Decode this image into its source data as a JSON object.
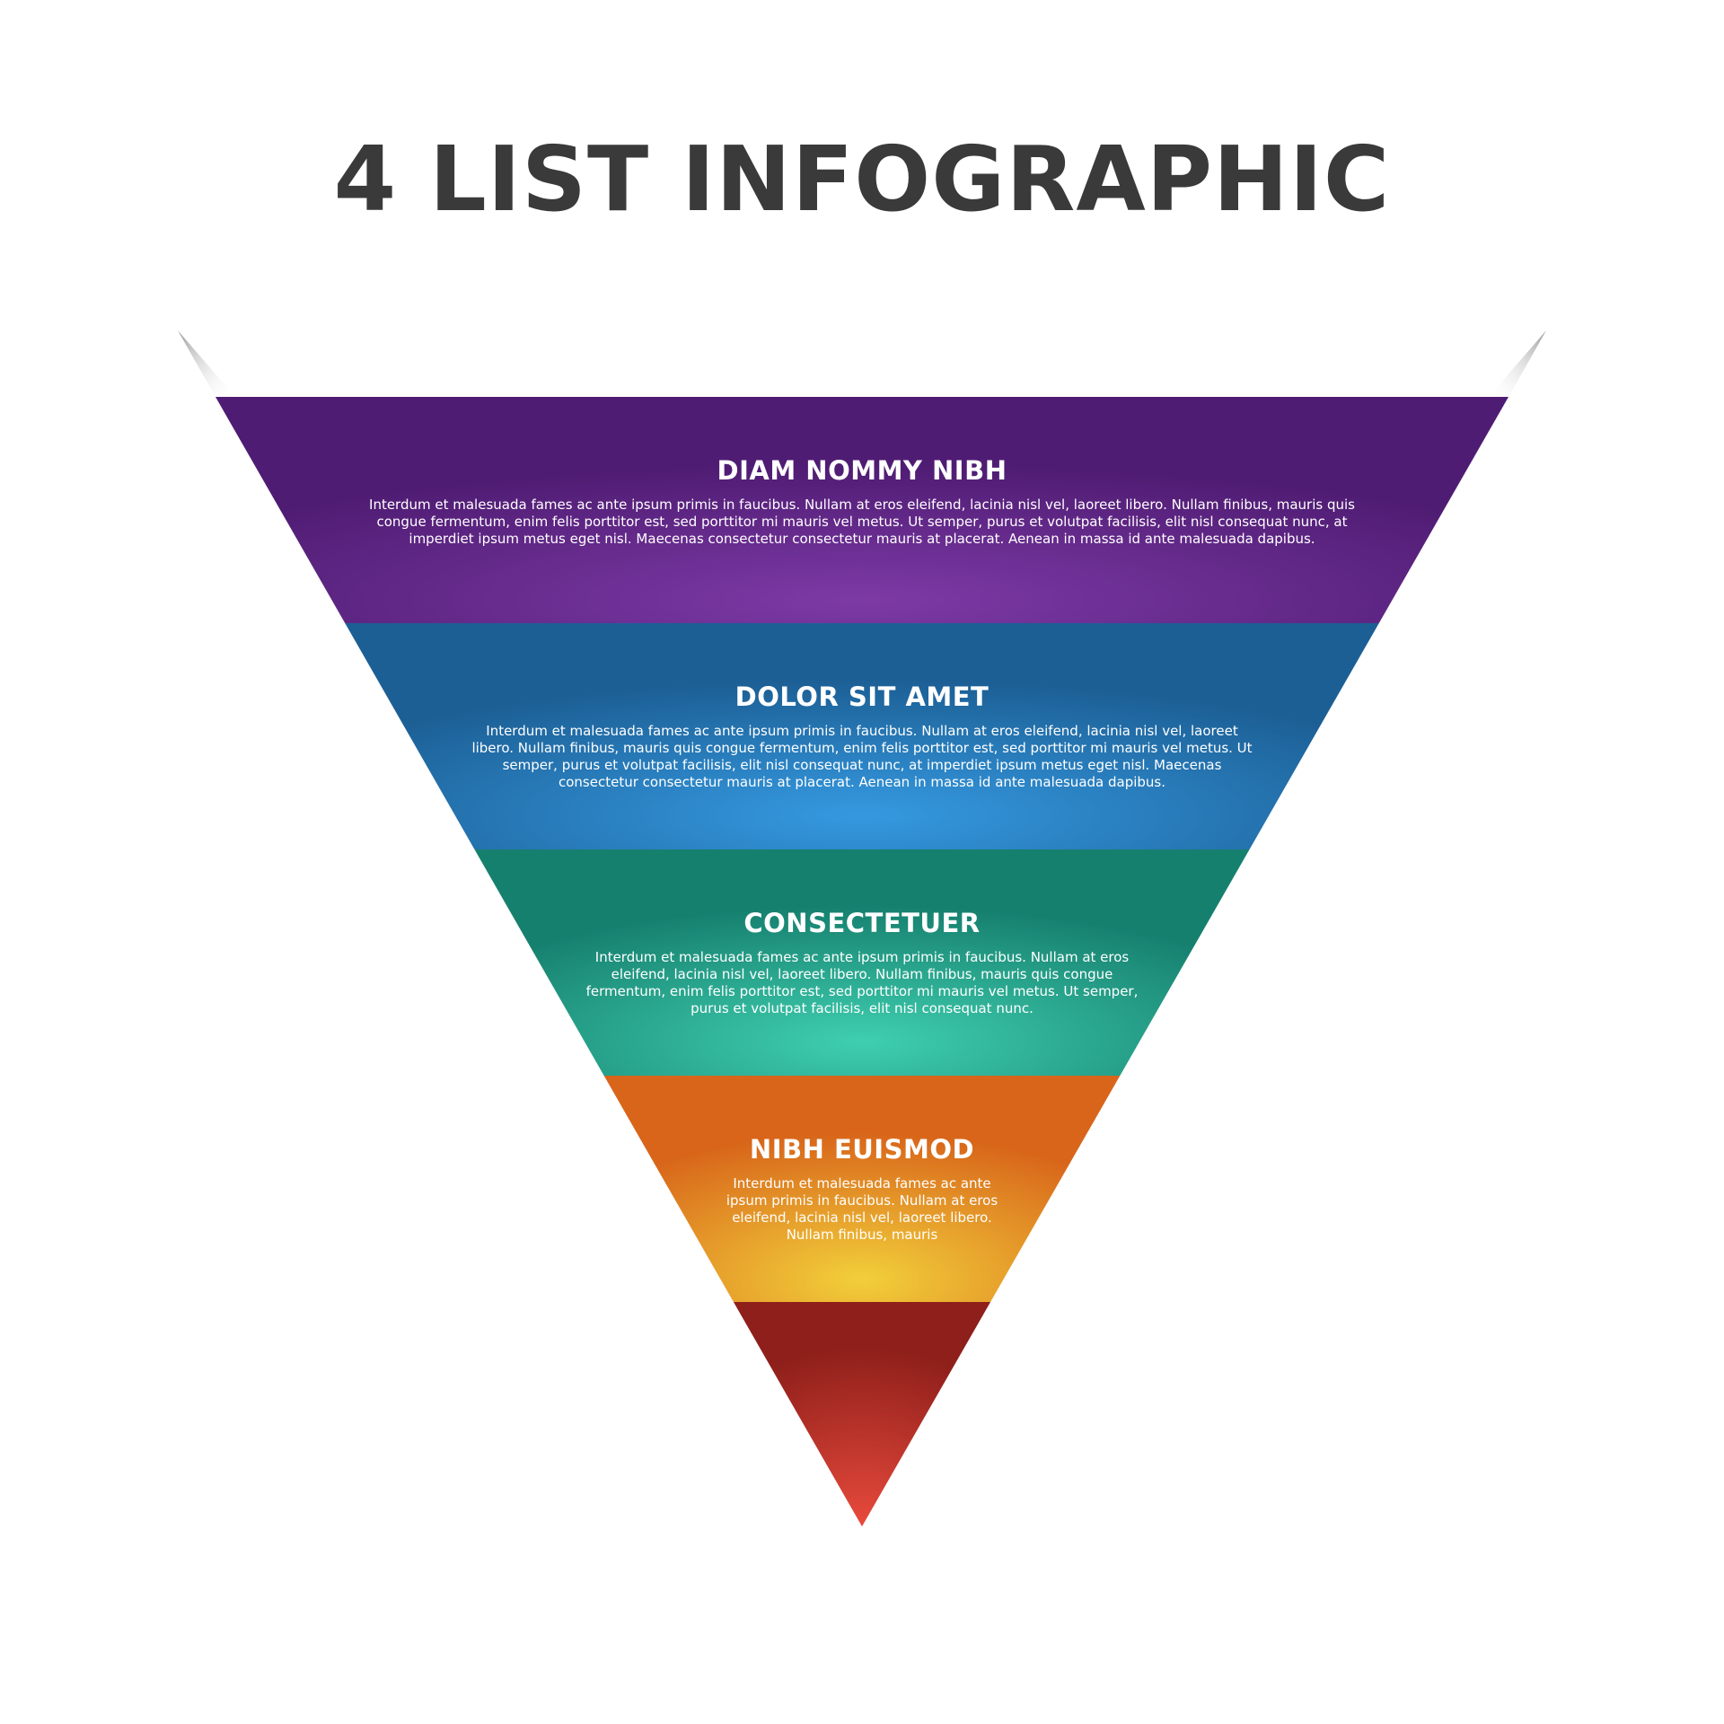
{
  "title": "4 LIST INFOGRAPHIC",
  "items": [
    {
      "heading": "DIAM NOMMY NIBH",
      "body": "Interdum et malesuada fames ac ante ipsum primis in faucibus. Nullam at eros eleifend, lacinia nisl vel, laoreet libero. Nullam finibus, mauris quis congue fermentum, enim felis porttitor est, sed porttitor mi mauris vel metus. Ut semper, purus et volutpat facilisis, elit nisl consequat nunc, at imperdiet ipsum metus eget nisl. Maecenas consectetur consectetur mauris at placerat. Aenean in massa id ante malesuada dapibus.",
      "color": "#6a2d8f"
    },
    {
      "heading": "DOLOR SIT AMET",
      "body": "Interdum et malesuada fames ac ante ipsum primis in faucibus. Nullam at eros eleifend, lacinia nisl vel, laoreet libero. Nullam finibus, mauris quis congue fermentum, enim felis porttitor est, sed porttitor mi mauris vel metus. Ut semper, purus et volutpat facilisis, elit nisl consequat nunc, at imperdiet ipsum metus eget nisl. Maecenas consectetur consectetur mauris at placerat. Aenean in massa id ante malesuada dapibus.",
      "color": "#2a7cc0"
    },
    {
      "heading": "CONSECTETUER",
      "body": "Interdum et malesuada fames ac ante ipsum primis in faucibus. Nullam at eros eleifend, lacinia nisl vel, laoreet libero. Nullam finibus, mauris quis congue fermentum, enim felis porttitor est, sed porttitor mi mauris vel metus. Ut semper, purus et volutpat facilisis, elit nisl consequat nunc.",
      "color": "#22a391"
    },
    {
      "heading": "NIBH EUISMOD",
      "body": "Interdum et malesuada fames ac ante ipsum primis in faucibus. Nullam at eros eleifend, lacinia nisl vel, laoreet libero. Nullam finibus, mauris",
      "color": "#e8941f"
    }
  ],
  "tip_color": "#c9382a"
}
